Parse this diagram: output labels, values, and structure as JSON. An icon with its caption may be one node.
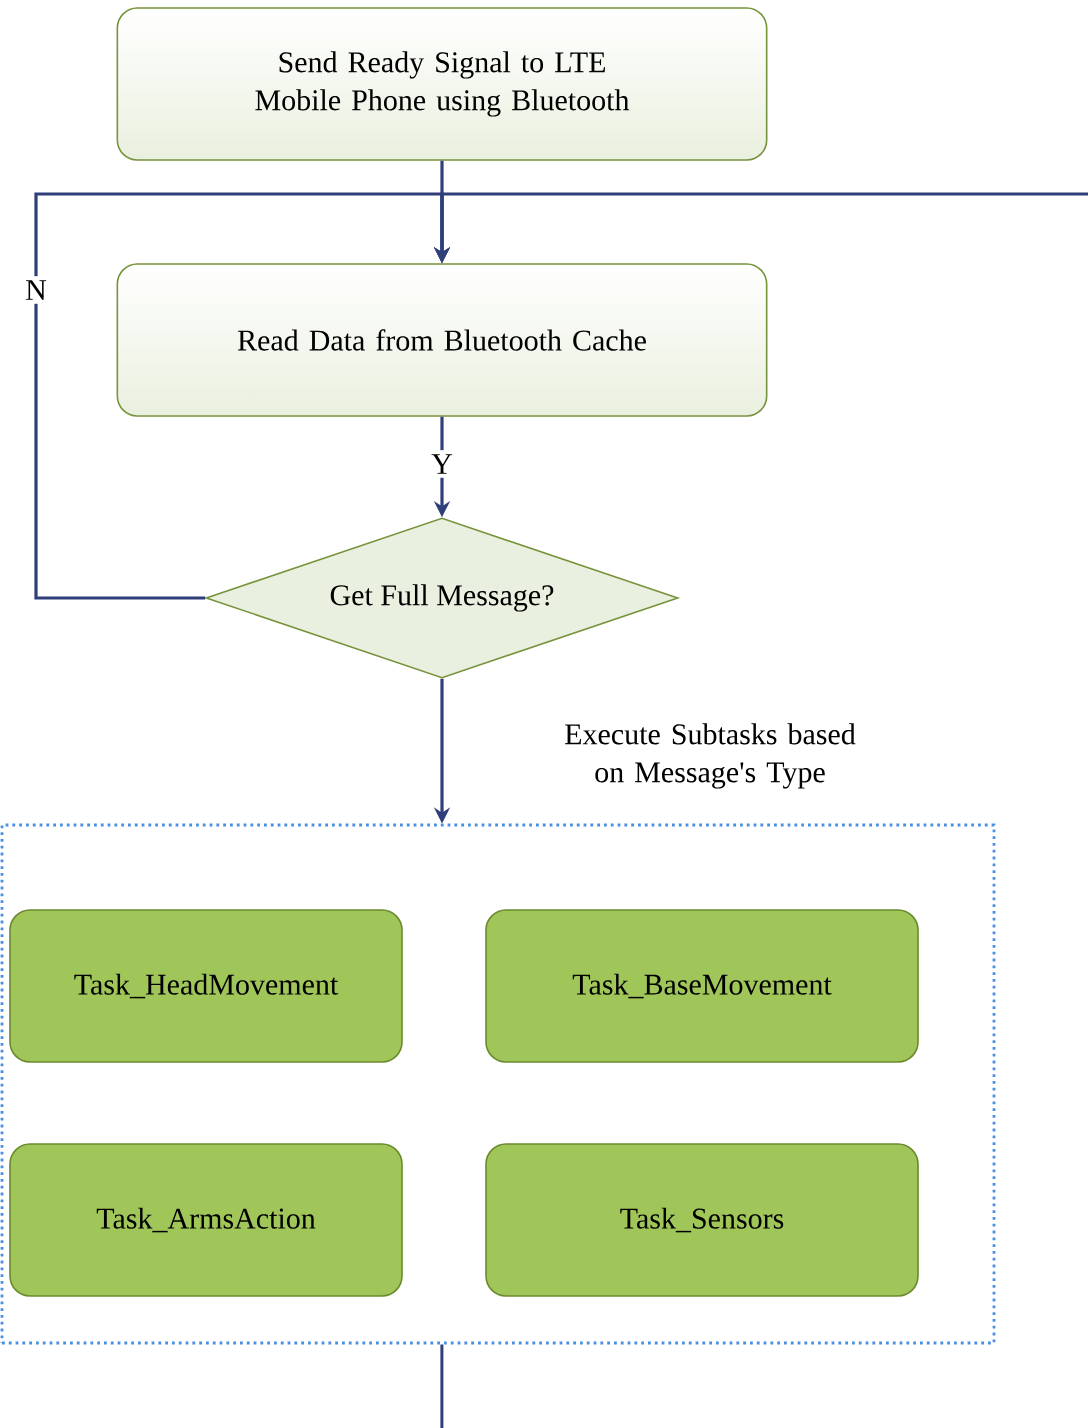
{
  "diagram": {
    "nodes": [
      {
        "text": [
          "Send Ready Signal to LTE Mobile Phone using Bluetooth"
        ]
      },
      {
        "text": [
          "Read Data from Bluetooth Cache"
        ]
      },
      {
        "text": [
          "Get Full Message?"
        ]
      },
      {
        "text": [],
        "shape": "box"
      },
      {
        "text": [
          "Task_HeadMovement"
        ],
        "in": 3
      },
      {
        "text": [
          "Task_BaseMovement"
        ],
        "in": 3
      },
      {
        "text": [
          "Task_ArmsAction"
        ],
        "in": 3
      },
      {
        "text": [
          "Task_Sensors"
        ],
        "in": 3
      }
    ],
    "edges": [
      {
        "from": 0,
        "to": 1,
        "arrow": "to"
      },
      {
        "from": null,
        "to": 1,
        "arrow": "to"
      },
      {
        "from": 2,
        "to": 1,
        "arrow": "to",
        "label": "N"
      },
      {
        "from": 1,
        "to": 2,
        "arrow": "to",
        "label": "Y"
      },
      {
        "from": 2,
        "to": 3,
        "arrow": "to",
        "label": "Execute Subtasks based on Message's Type"
      },
      {
        "from": 3,
        "to": null,
        "arrow": "none"
      }
    ]
  }
}
